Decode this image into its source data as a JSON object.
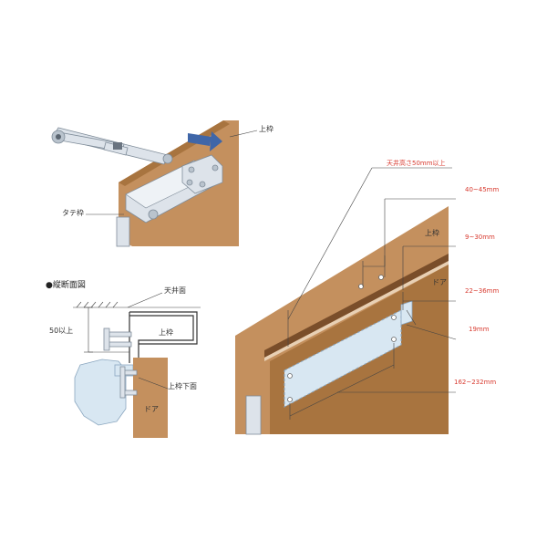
{
  "colors": {
    "wood": "#c4905e",
    "wood_dark": "#a8743f",
    "panel": "#d8e7f2",
    "panel_stroke": "#8aa6bf",
    "metal": "#dde3ea",
    "metal_stroke": "#7f8c99",
    "arrow_blue": "#3f66a8",
    "dim_red": "#d83a2f",
    "line": "#444444"
  },
  "top_view": {
    "label_upper_frame": "上枠",
    "label_vertical_frame": "タテ枠"
  },
  "section_view": {
    "title": "●縦断面図",
    "label_ceiling": "天井面",
    "label_min_50": "50以上",
    "label_upper_frame": "上枠",
    "label_frame_underside": "上枠下面",
    "label_door": "ドア"
  },
  "mount_view": {
    "label_ceiling_height": "天井高さ50mm以上",
    "dim_40_45": "40~45mm",
    "label_upper_frame": "上枠",
    "dim_9_30": "9~30mm",
    "label_door": "ドア",
    "dim_22_36": "22~36mm",
    "dim_19": "19mm",
    "dim_162_232": "162~232mm"
  }
}
